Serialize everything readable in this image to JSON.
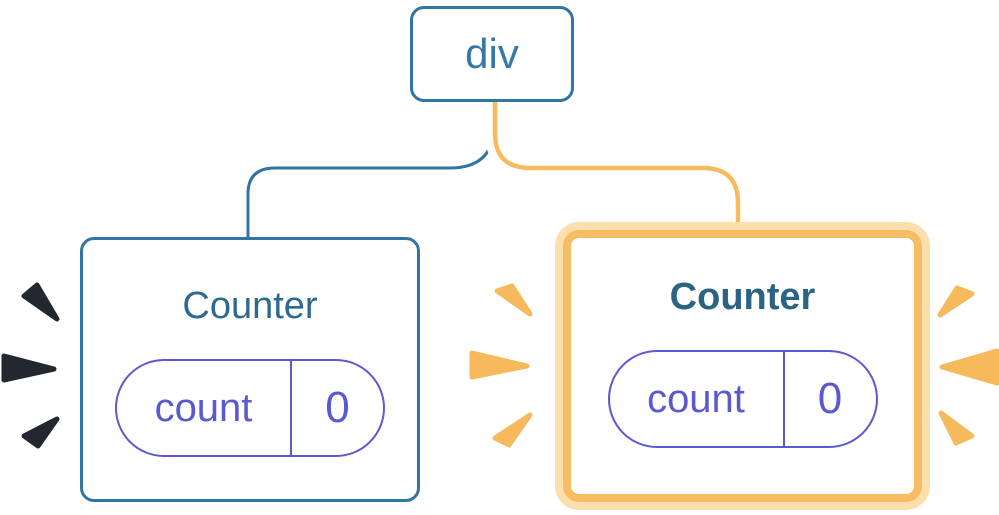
{
  "diagram": {
    "root": {
      "label": "div"
    },
    "left_counter": {
      "title": "Counter",
      "state_key": "count",
      "state_value": "0",
      "highlighted": false
    },
    "right_counter": {
      "title": "Counter",
      "state_key": "count",
      "state_value": "0",
      "highlighted": true
    },
    "colors": {
      "tree_blue": "#2F76A5",
      "node_text_blue": "#3578A9",
      "title_blue": "#2D6A8F",
      "state_purple": "#5B59CF",
      "edge_orange": "#F7BB5F",
      "highlight_ring_inner": "#F8BD64",
      "highlight_ring_outer": "#FBDFAC",
      "burst_dark": "#23272F",
      "burst_orange": "#F6BA5C"
    }
  }
}
